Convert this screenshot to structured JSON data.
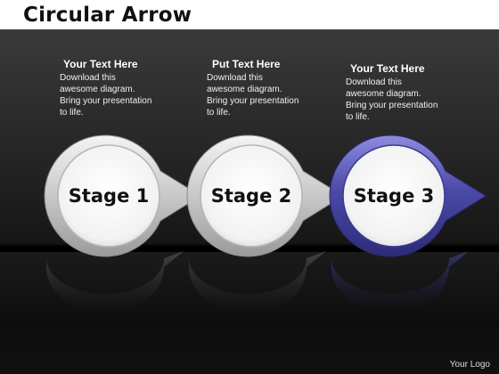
{
  "title": "Circular Arrow",
  "text_blocks": [
    {
      "heading": "Your Text Here",
      "body": "Download this\nawesome diagram.\nBring your presentation\nto life."
    },
    {
      "heading": "Put Text Here",
      "body": "Download this\nawesome diagram.\nBring your presentation\nto life."
    },
    {
      "heading": "Your Text Here",
      "body": "Download this\nawesome diagram.\nBring your presentation\nto life."
    }
  ],
  "stages": [
    {
      "label": "Stage 1",
      "color": "#bdbdbd"
    },
    {
      "label": "Stage 2",
      "color": "#bdbdbd"
    },
    {
      "label": "Stage 3",
      "color": "#4b4aa8"
    }
  ],
  "footer": "Your Logo"
}
